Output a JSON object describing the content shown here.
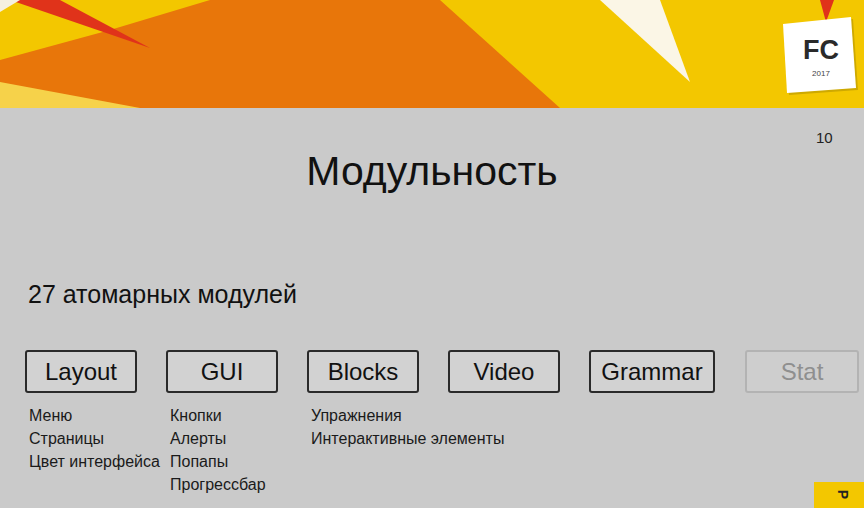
{
  "diagram": {
    "title": "Модульность",
    "nodes": [
      {
        "text": [
          "Layout",
          "Меню",
          "Страницы",
          "Цвет интерфейса"
        ]
      },
      {
        "text": [
          "GUI",
          "Кнопки",
          "Алерты",
          "Попапы",
          "Прогрессбар"
        ]
      },
      {
        "text": [
          "Blocks",
          "Упражнения",
          "Интерактивные элементы"
        ]
      },
      {
        "text": [
          "Video"
        ]
      },
      {
        "text": [
          "Grammar"
        ]
      },
      {
        "text": [
          "Stat"
        ]
      }
    ],
    "labels": [
      "FC",
      "2017",
      "10",
      "27 атомарных модулей",
      "Р"
    ]
  }
}
